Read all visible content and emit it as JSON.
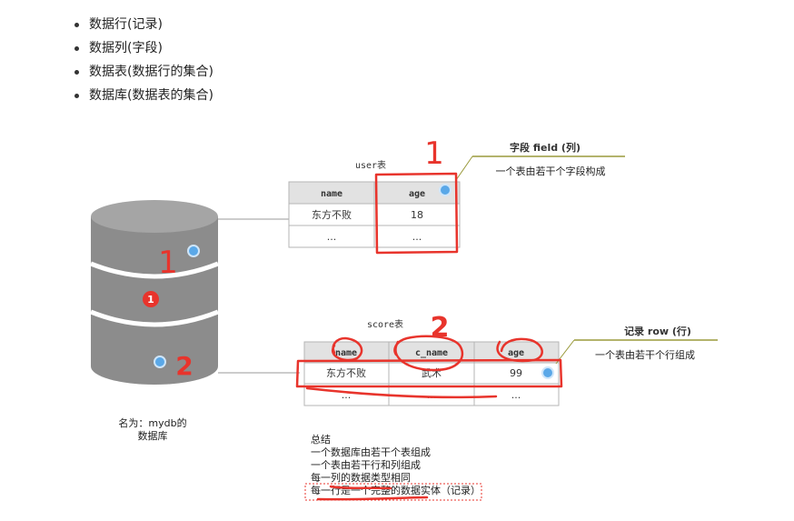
{
  "bullets": [
    "数据行(记录)",
    "数据列(字段)",
    "数据表(数据行的集合)",
    "数据库(数据表的集合)"
  ],
  "user_table": {
    "title": "user表",
    "headers": [
      "name",
      "age"
    ],
    "row": [
      "东方不败",
      "18"
    ],
    "ellipsis": [
      "...",
      "..."
    ]
  },
  "score_table": {
    "title": "score表",
    "headers": [
      "name",
      "c_name",
      "age"
    ],
    "row": [
      "东方不败",
      "武术",
      "99"
    ],
    "ellipsis": [
      "...",
      "...",
      "..."
    ]
  },
  "field_label": {
    "title": "字段 field (列)",
    "desc": "一个表由若干个字段构成"
  },
  "row_label": {
    "title": "记录 row (行)",
    "desc": "一个表由若干个行组成"
  },
  "database": {
    "badge": "1",
    "caption_line1": "名为：mydb的",
    "caption_line2": "数据库"
  },
  "summary": [
    "总结",
    "一个数据库由若干个表组成",
    "一个表由若干行和列组成",
    "每一列的数据类型相同",
    "每一行是一个完整的数据实体（记录）"
  ],
  "annotations": {
    "mark1_top": "1",
    "mark1_db": "1",
    "mark2_top": "2",
    "mark2_db": "2"
  },
  "colors": {
    "red": "#e8342c",
    "olive": "#9a9a3c",
    "gray": "#8a8a8a",
    "blue_dot": "#5aa8e8"
  }
}
